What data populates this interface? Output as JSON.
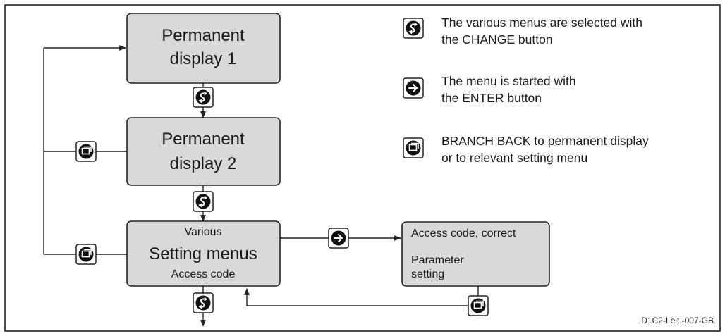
{
  "boxes": {
    "permanent_display_1": {
      "line1": "Permanent",
      "line2": "display 1"
    },
    "permanent_display_2": {
      "line1": "Permanent",
      "line2": "display 2"
    },
    "setting_menus": {
      "top": "Various",
      "main": "Setting menus",
      "bottom": "Access code"
    },
    "access_code_correct": {
      "line1": "Access code, correct",
      "line2": "Parameter",
      "line3": "setting"
    }
  },
  "legend": {
    "change": {
      "icon": "change-icon",
      "line1": "The various menus are selected with",
      "line2": "the CHANGE button"
    },
    "enter": {
      "icon": "enter-icon",
      "line1": "The menu is started with",
      "line2": "the ENTER button"
    },
    "branch_back": {
      "icon": "branch-back-icon",
      "line1": "BRANCH BACK to permanent display",
      "line2": "or to relevant setting menu"
    }
  },
  "figure_code": "D1C2-Leit.-007-GB",
  "colors": {
    "box_fill": "#d9d9d9",
    "stroke": "#222222",
    "icon_disc": "#111111"
  }
}
